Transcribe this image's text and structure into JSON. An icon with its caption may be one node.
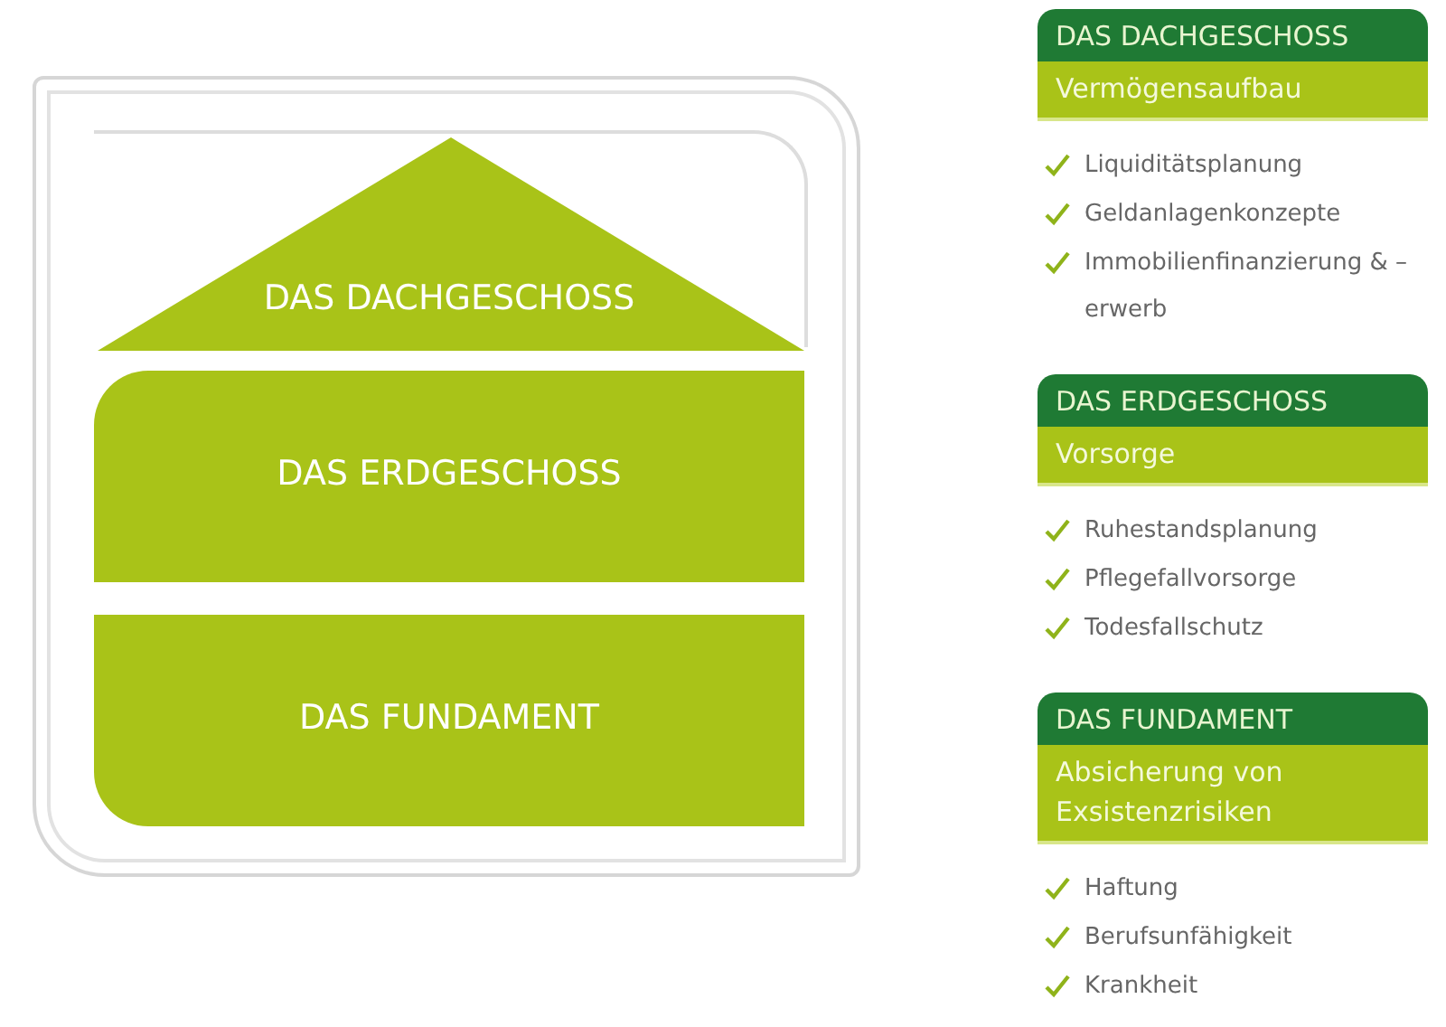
{
  "diagram": {
    "nodes": [
      {
        "text": [],
        "shape": "box"
      },
      {
        "text": [
          "DAS DACHGESCHOSS"
        ],
        "in": 0
      },
      {
        "text": [
          "DAS ERDGESCHOSS"
        ],
        "in": 0
      },
      {
        "text": [
          "DAS FUNDAMENT"
        ],
        "in": 0
      },
      {
        "text": [
          "DAS DACHGESCHOSS",
          "Vermögensaufbau"
        ],
        "beside": [
          "Liquiditätsplanung",
          "Geldanlagenkonzepte",
          "Immobilienfinanzierung & – erwerb"
        ]
      },
      {
        "text": [
          "DAS ERDGESCHOSS",
          "Vorsorge"
        ],
        "beside": [
          "Ruhestandsplanung",
          "Pflegefallvorsorge",
          "Todesfallschutz"
        ]
      },
      {
        "text": [
          "DAS FUNDAMENT",
          "Absicherung von Exsistenzrisiken"
        ],
        "beside": [
          "Haftung",
          "Berufsunfähigkeit",
          "Krankheit"
        ]
      }
    ],
    "edges": []
  }
}
